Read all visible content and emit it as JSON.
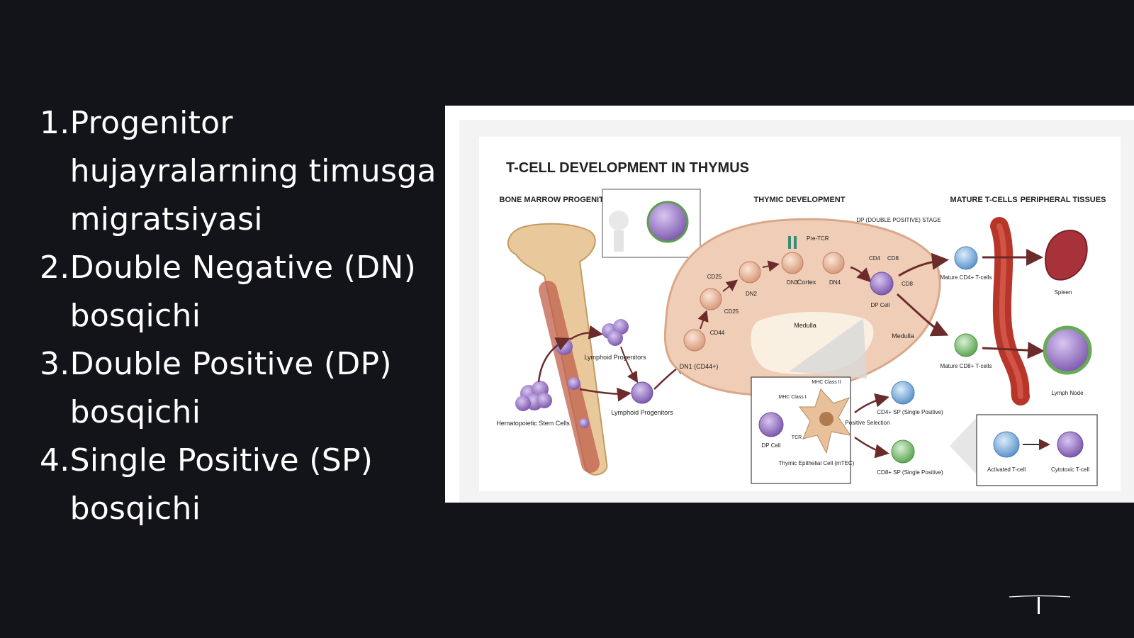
{
  "list": {
    "items": [
      {
        "num": "1.",
        "text": "Progenitor hujayralarning timusga migratsiyasi"
      },
      {
        "num": "2.",
        "text": "Double Negative (DN) bosqichi"
      },
      {
        "num": "3.",
        "text": "Double Positive (DP) bosqichi"
      },
      {
        "num": "4.",
        "text": "Single Positive (SP) bosqichi"
      }
    ]
  },
  "figure": {
    "title": "T-CELL DEVELOPMENT IN THYMUS",
    "sections": {
      "bone_marrow": "BONE MARROW PROGENITORS",
      "thymic": "THYMIC DEVELOPMENT",
      "mature": "MATURE T-CELLS",
      "peripheral": "PERIPHERAL TISSUES"
    },
    "labels": {
      "hsc": "Hematopoietic Stem Cells",
      "lymphoid1": "Lymphoid Progenitors",
      "lymphoid2": "Lymphoid Progenitors",
      "dn1": "DN1 (CD44+)",
      "cd44": "CD44",
      "cd25a": "CD25",
      "cd25b": "CD25",
      "dn2": "DN2",
      "dn3": "DN3",
      "dn4": "DN4",
      "pretcr": "Pre-TCR",
      "cortex": "Cortex",
      "medulla1": "Medulla",
      "medulla2": "Medulla",
      "dp_stage": "DP (DOUBLE POSITIVE) STAGE",
      "cd4": "CD4",
      "cd8a": "CD8",
      "cd8b": "CD8",
      "dpcell1": "DP Cell",
      "dpcell2": "DP Cell",
      "mature_cd4": "Mature CD4+ T-cells",
      "mature_cd8": "Mature CD8+ T-cells",
      "spleen": "Spleen",
      "lymph_node": "Lymph Node",
      "mhc2": "MHC Class II",
      "mhc1": "MHC Class I",
      "tcr": "TCR",
      "tec": "Thymic Epithelial Cell (mTEC)",
      "positive_selection": "Positive Selection",
      "cd4sp": "CD4+ SP (Single Positive)",
      "cd8sp": "CD8+ SP (Single Positive)",
      "activated": "Activated T-cell",
      "cytotoxic": "Cytotoxic T-cell"
    }
  },
  "colors": {
    "background": "#13131a",
    "bone": "#e9c99b",
    "vessel": "#c0392b",
    "thymus": "#f0cdb6",
    "cell_purple": "#8e6bbf",
    "cell_blue": "#6fa8dc",
    "cell_green": "#7cbf73"
  }
}
